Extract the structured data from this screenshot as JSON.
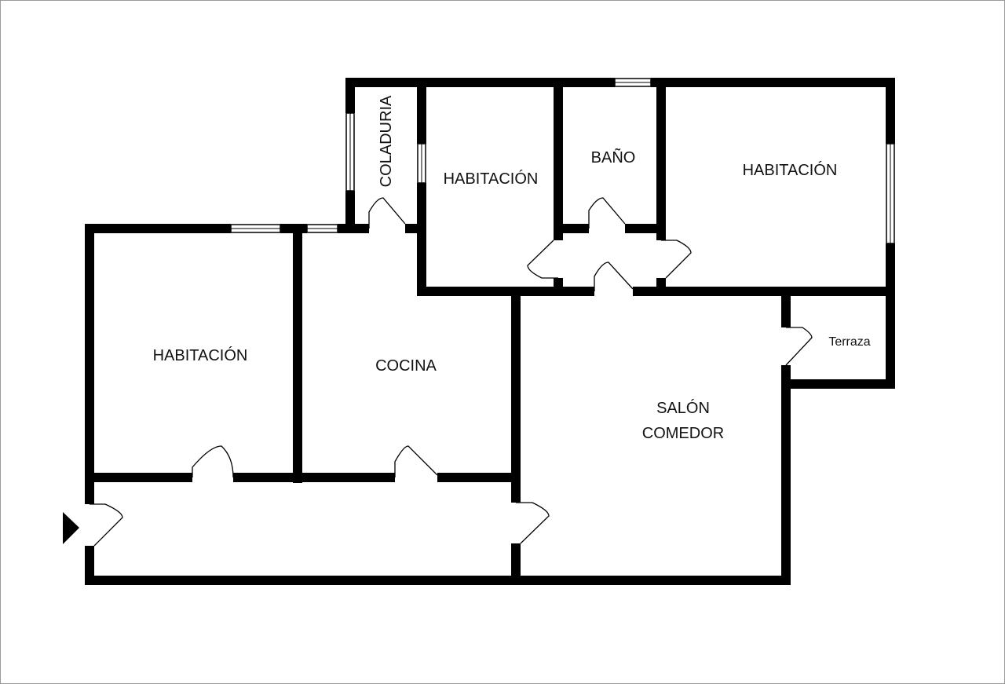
{
  "rooms": {
    "habitacion_left": "HABITACIÓN",
    "cocina": "COCINA",
    "coladuria": "COLADURIA",
    "habitacion_mid": "HABITACIÓN",
    "bano": "BAÑO",
    "habitacion_right": "HABITACIÓN",
    "terraza": "Terraza",
    "salon_line1": "SALÓN",
    "salon_line2": "COMEDOR"
  },
  "colors": {
    "wall": "#000000",
    "background": "#ffffff",
    "border": "#9a9a9a"
  },
  "icons": {
    "entrance": "entrance-arrow-icon"
  }
}
